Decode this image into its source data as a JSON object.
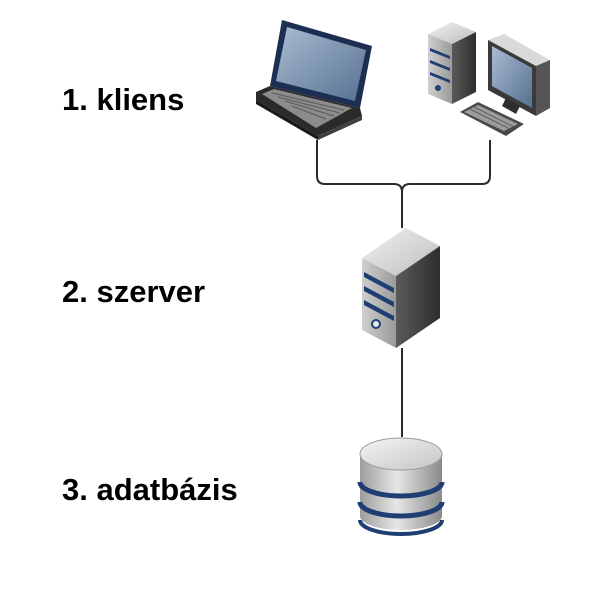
{
  "tiers": {
    "client": {
      "label": "1. kliens",
      "devices": [
        "laptop-icon",
        "desktop-computer-icon"
      ]
    },
    "server": {
      "label": "2. szerver",
      "icon": "server-tower-icon"
    },
    "database": {
      "label": "3. adatbázis",
      "icon": "database-icon"
    }
  },
  "colors": {
    "line": "#2b2b2b",
    "stripe": "#1f3f73",
    "screen": "#6f89a8",
    "device_body": "#3a3a3a",
    "device_light": "#d6d6d6"
  }
}
